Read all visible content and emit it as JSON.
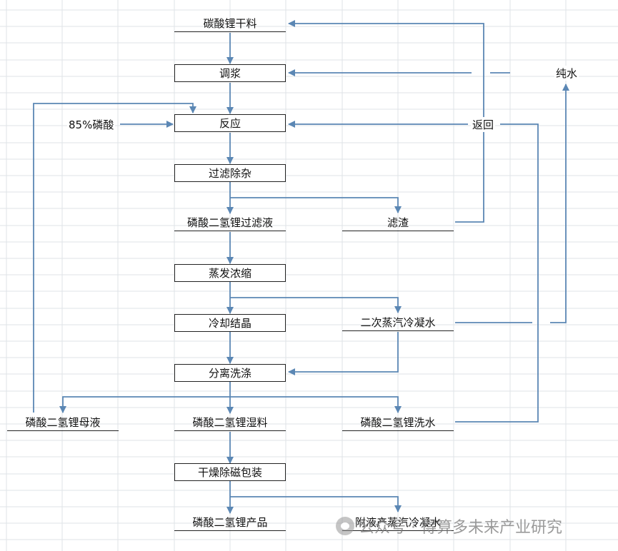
{
  "diagram": {
    "nodes": {
      "lithium_carbonate_dry": "碳酸锂干料",
      "slurry": "调浆",
      "reaction": "反应",
      "filter_impurity": "过滤除杂",
      "filtrate": "磷酸二氢锂过滤液",
      "filter_residue": "滤渣",
      "evaporation": "蒸发浓缩",
      "cooling_crystallization": "冷却结晶",
      "secondary_condensate": "二次蒸汽冷凝水",
      "separation_washing": "分离洗涤",
      "mother_liquor": "磷酸二氢锂母液",
      "wet_material": "磷酸二氢锂湿料",
      "wash_water": "磷酸二氢锂洗水",
      "drying_packaging": "干燥除磁包装",
      "product": "磷酸二氢锂产品",
      "byproduct_condensate": "附液产蒸汽冷凝水"
    },
    "labels": {
      "phosphoric_acid": "85%磷酸",
      "pure_water": "纯水",
      "return": "返回"
    },
    "colors": {
      "arrow": "#5b87b4",
      "grid": "#dfe3e7"
    }
  },
  "watermark": {
    "icon": "wechat-icon",
    "text": "公众号 · 得算多未来产业研究"
  }
}
